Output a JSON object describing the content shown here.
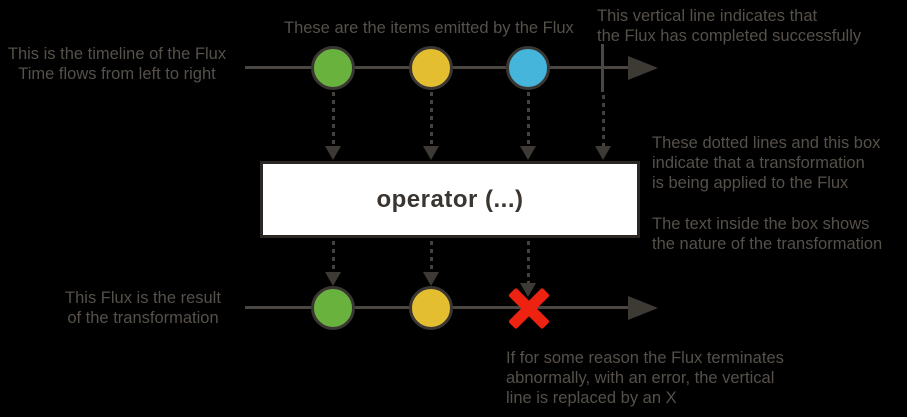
{
  "colors": {
    "background": "#000000",
    "timeline_line": "#4a4642",
    "arrowhead": "#3d3934",
    "dashed_line": "#45413d",
    "annotation_text": "#55504a",
    "marble_border": "#3a3632",
    "error_red": "#ee2211",
    "box_background": "#ffffff",
    "box_border": "#2b2722",
    "box_text": "#3a3530"
  },
  "annotations": {
    "timeline_label": "This is the timeline of the Flux\nTime flows from left to right",
    "items_caption": "These are the items emitted by the Flux",
    "complete_caption": "This vertical line indicates that\nthe Flux has completed successfully",
    "transform_caption": "These dotted lines and this box\nindicate that a transformation\nis being applied to the Flux",
    "box_text_caption": "The text inside the box shows\nthe nature of the transformation",
    "result_label": "This Flux is the result\nof the transformation",
    "error_caption": "If for some reason the Flux terminates\nabnormally, with an error, the vertical\nline is replaced by an X"
  },
  "operator_box": {
    "label": "operator (...)"
  },
  "timelines": {
    "source": {
      "items": [
        {
          "name": "item-1",
          "color": "#6ab23e"
        },
        {
          "name": "item-2",
          "color": "#e3be31"
        },
        {
          "name": "item-3",
          "color": "#45b5dc"
        }
      ],
      "terminal": "completed"
    },
    "result": {
      "items": [
        {
          "name": "item-1",
          "color": "#6ab23e"
        },
        {
          "name": "item-2",
          "color": "#e3be31"
        }
      ],
      "terminal": "error",
      "error_color": "#ee2211"
    }
  }
}
